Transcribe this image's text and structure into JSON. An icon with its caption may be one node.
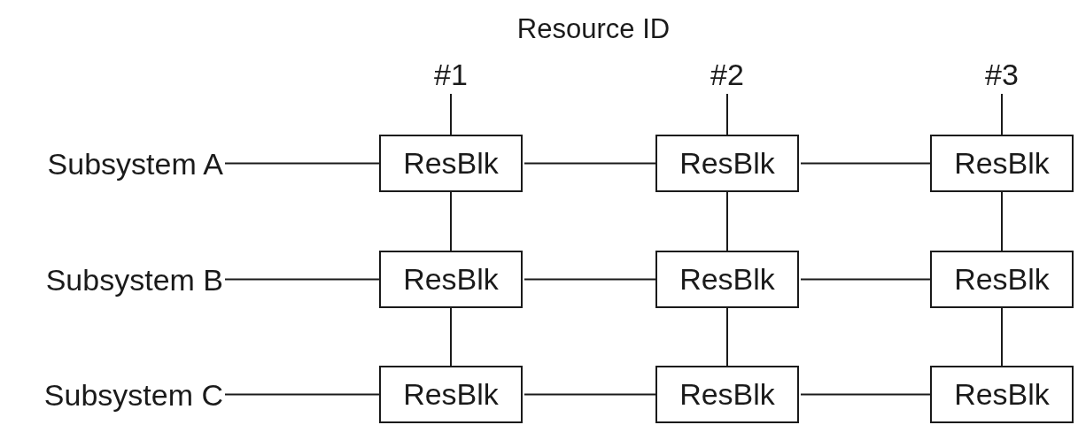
{
  "diagram": {
    "nodes": [
      {
        "text": [
          "#1"
        ]
      },
      {
        "text": [
          "#2"
        ]
      },
      {
        "text": [
          "#3"
        ]
      },
      {
        "text": [
          "Subsystem A"
        ]
      },
      {
        "text": [
          "ResBlk"
        ]
      },
      {
        "text": [
          "ResBlk"
        ]
      },
      {
        "text": [
          "ResBlk"
        ]
      },
      {
        "text": [
          "Subsystem B"
        ]
      },
      {
        "text": [
          "ResBlk"
        ]
      },
      {
        "text": [
          "ResBlk"
        ]
      },
      {
        "text": [
          "ResBlk"
        ]
      },
      {
        "text": [
          "Subsystem C"
        ]
      },
      {
        "text": [
          "ResBlk"
        ]
      },
      {
        "text": [
          "ResBlk"
        ]
      },
      {
        "text": [
          "ResBlk"
        ]
      }
    ],
    "edges": [
      {
        "from": 0,
        "to": 4,
        "arrow": "none"
      },
      {
        "from": 1,
        "to": 5,
        "arrow": "none"
      },
      {
        "from": 2,
        "to": 6,
        "arrow": "none"
      },
      {
        "from": 3,
        "to": 4,
        "arrow": "none"
      },
      {
        "from": 4,
        "to": 5,
        "arrow": "none"
      },
      {
        "from": 5,
        "to": 6,
        "arrow": "none"
      },
      {
        "from": 7,
        "to": 8,
        "arrow": "none"
      },
      {
        "from": 8,
        "to": 9,
        "arrow": "none"
      },
      {
        "from": 9,
        "to": 10,
        "arrow": "none"
      },
      {
        "from": 11,
        "to": 12,
        "arrow": "none"
      },
      {
        "from": 12,
        "to": 13,
        "arrow": "none"
      },
      {
        "from": 13,
        "to": 14,
        "arrow": "none"
      },
      {
        "from": 4,
        "to": 8,
        "arrow": "none"
      },
      {
        "from": 8,
        "to": 12,
        "arrow": "none"
      },
      {
        "from": 5,
        "to": 9,
        "arrow": "none"
      },
      {
        "from": 9,
        "to": 13,
        "arrow": "none"
      },
      {
        "from": 6,
        "to": 10,
        "arrow": "none"
      },
      {
        "from": 10,
        "to": 14,
        "arrow": "none"
      }
    ],
    "labels": [
      "Resource ID"
    ]
  }
}
